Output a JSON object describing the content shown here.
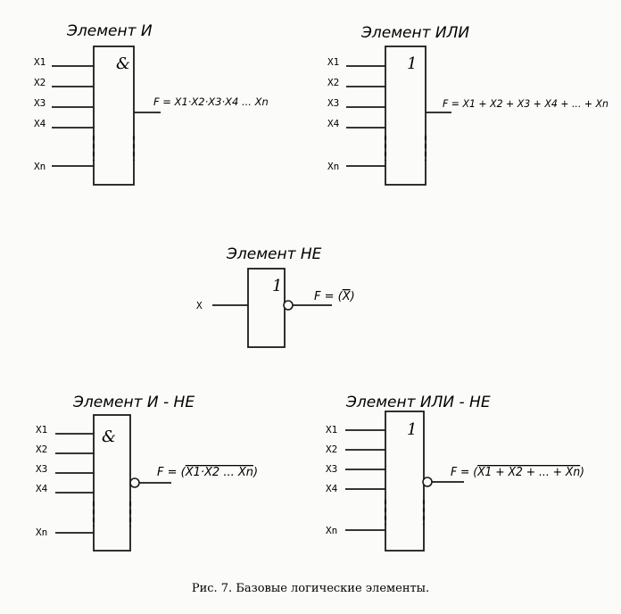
{
  "figure": {
    "caption": "Рис. 7. Базовые логические элементы."
  },
  "and": {
    "title": "Элемент  И",
    "symbol": "&",
    "inputs": [
      "X1",
      "X2",
      "X3",
      "X4",
      "Xn"
    ],
    "formula": "F = X1·X2·X3·X4 ... Xn"
  },
  "or": {
    "title": "Элемент  ИЛИ",
    "symbol": "1",
    "inputs": [
      "X1",
      "X2",
      "X3",
      "X4",
      "Xn"
    ],
    "formula": "F = X1 + X2 + X3 + X4 + ... + Xn"
  },
  "not": {
    "title": "Элемент  НЕ",
    "symbol": "1",
    "input": "X",
    "formula_prefix": "F = (",
    "formula_overlined": "X",
    "formula_suffix": ")"
  },
  "nand": {
    "title": "Элемент  И - НЕ",
    "symbol": "&",
    "inputs": [
      "X1",
      "X2",
      "X3",
      "X4",
      "Xn"
    ],
    "formula_prefix": "F = (",
    "formula_overlined": "X1·X2 ... Xn",
    "formula_suffix": ")"
  },
  "nor": {
    "title": "Элемент  ИЛИ - НЕ",
    "symbol": "1",
    "inputs": [
      "X1",
      "X2",
      "X3",
      "X4",
      "Xn"
    ],
    "formula_prefix": "F = (",
    "formula_overlined": "X1 + X2 + ... + Xn",
    "formula_suffix": ")"
  }
}
